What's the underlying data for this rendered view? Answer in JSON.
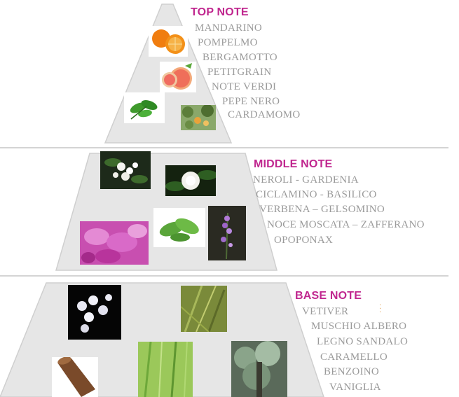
{
  "colors": {
    "heading": "#c0278f",
    "note_text": "#9a9a9a",
    "tier_fill": "#e6e6e6",
    "tier_stroke": "#cfcfcf"
  },
  "top": {
    "heading": "TOP NOTE",
    "notes": [
      "MANDARINO",
      "POMPELMO",
      "BERGAMOTTO",
      "PETITGRAIN",
      "NOTE VERDI",
      "PEPE NERO",
      "CARDAMOMO"
    ],
    "images": [
      "mandarin-oranges-photo",
      "grapefruit-photo",
      "mint-leaves-photo",
      "bergamot-tree-photo"
    ]
  },
  "middle": {
    "heading": "MIDDLE NOTE",
    "notes": [
      "NEROLI - GARDENIA",
      "CICLAMINO - BASILICO",
      "VERBENA – GELSOMINO",
      "NOCE MOSCATA – ZAFFERANO",
      "OPOPONAX"
    ],
    "images": [
      "neroli-blossom-photo",
      "gardenia-flower-photo",
      "cyclamen-flowers-photo",
      "basil-leaves-photo",
      "verbena-flower-photo"
    ]
  },
  "base": {
    "heading": "BASE NOTE",
    "notes": [
      "VETIVER",
      "MUSCHIO ALBERO",
      "LEGNO SANDALO",
      "CARAMELLO",
      "BENZOINO",
      "VANIGLIA"
    ],
    "images": [
      "jasmine-flowers-photo",
      "vetiver-grass-photo",
      "sandalwood-stick-photo",
      "green-grass-photo",
      "moss-tree-photo"
    ]
  }
}
